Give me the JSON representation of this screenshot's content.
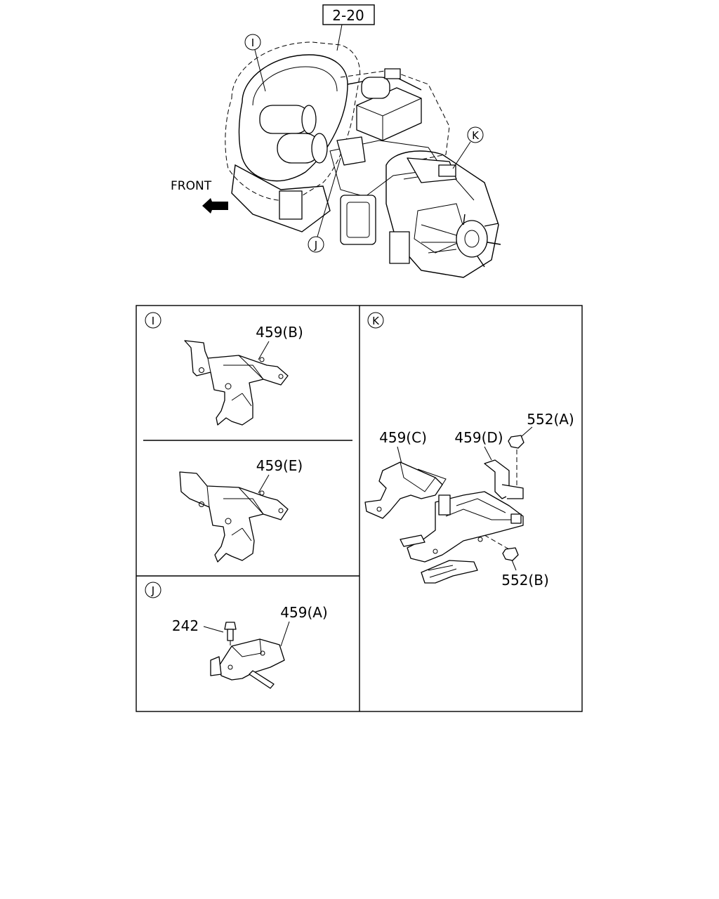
{
  "figure_ref": "2-20",
  "front_label": "FRONT",
  "callouts": [
    "I",
    "J",
    "K"
  ],
  "panels": {
    "I": {
      "letter": "I",
      "part_upper": "459(B)",
      "part_lower": "459(E)"
    },
    "J": {
      "letter": "J",
      "bolt": "242",
      "bracket": "459(A)"
    },
    "K": {
      "letter": "K",
      "bracket_c": "459(C)",
      "bracket_d": "459(D)",
      "nut_a": "552(A)",
      "nut_b": "552(B)"
    }
  }
}
